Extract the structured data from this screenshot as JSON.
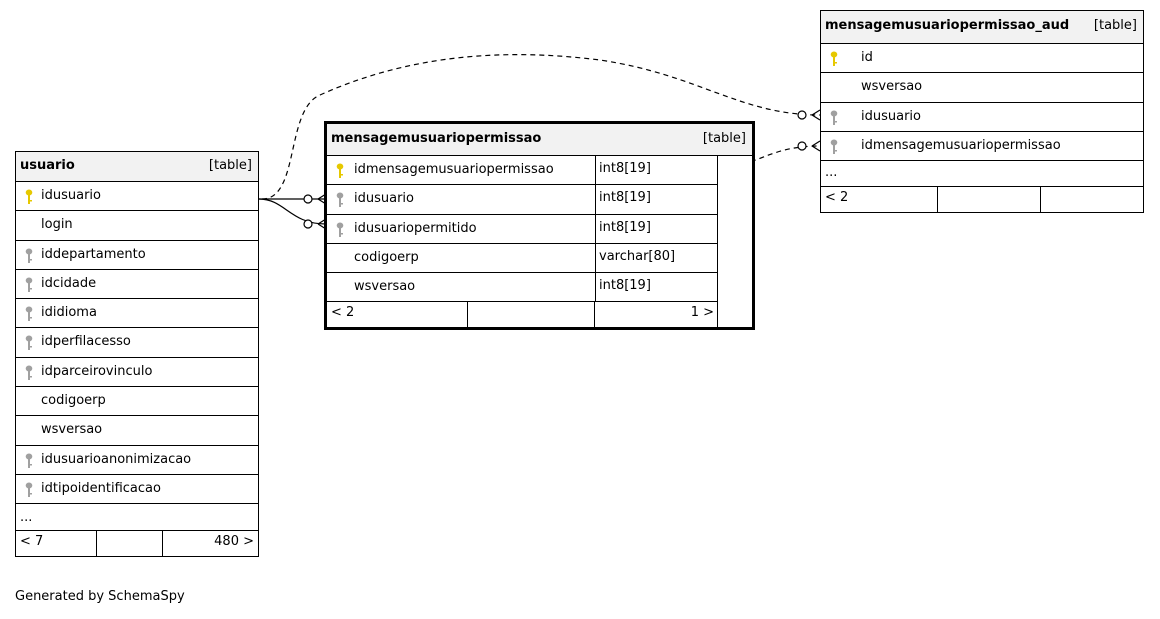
{
  "tables": {
    "usuario": {
      "name": "usuario",
      "kind": "[table]",
      "columns": [
        {
          "name": "idusuario",
          "key": "primary"
        },
        {
          "name": "login",
          "key": "none"
        },
        {
          "name": "iddepartamento",
          "key": "foreign"
        },
        {
          "name": "idcidade",
          "key": "foreign"
        },
        {
          "name": "ididioma",
          "key": "foreign"
        },
        {
          "name": "idperfilacesso",
          "key": "foreign"
        },
        {
          "name": "idparceirovinculo",
          "key": "foreign"
        },
        {
          "name": "codigoerp",
          "key": "none"
        },
        {
          "name": "wsversao",
          "key": "none"
        },
        {
          "name": "idusuarioanonimizacao",
          "key": "foreign"
        },
        {
          "name": "idtipoidentificacao",
          "key": "foreign"
        }
      ],
      "more": "...",
      "footer": {
        "left": "< 7",
        "right": "480 >"
      }
    },
    "permissao": {
      "name": "mensagemusuariopermissao",
      "kind": "[table]",
      "columns": [
        {
          "name": "idmensagemusuariopermissao",
          "type": "int8[19]",
          "key": "primary"
        },
        {
          "name": "idusuario",
          "type": "int8[19]",
          "key": "foreign"
        },
        {
          "name": "idusuariopermitido",
          "type": "int8[19]",
          "key": "foreign"
        },
        {
          "name": "codigoerp",
          "type": "varchar[80]",
          "key": "none"
        },
        {
          "name": "wsversao",
          "type": "int8[19]",
          "key": "none"
        }
      ],
      "footer": {
        "left": "< 2",
        "right": "1 >"
      }
    },
    "aud": {
      "name": "mensagemusuariopermissao_aud",
      "kind": "[table]",
      "columns": [
        {
          "name": "id",
          "key": "primary"
        },
        {
          "name": "wsversao",
          "key": "none"
        },
        {
          "name": "idusuario",
          "key": "foreign"
        },
        {
          "name": "idmensagemusuariopermissao",
          "key": "foreign"
        }
      ],
      "more": "...",
      "footer": {
        "left": "< 2",
        "right": ""
      }
    }
  },
  "generated_by": "Generated by SchemaSpy",
  "colors": {
    "primary_key": "#e6c800",
    "foreign_key": "#a0a0a0",
    "header_bg": "#f2f2f2"
  }
}
